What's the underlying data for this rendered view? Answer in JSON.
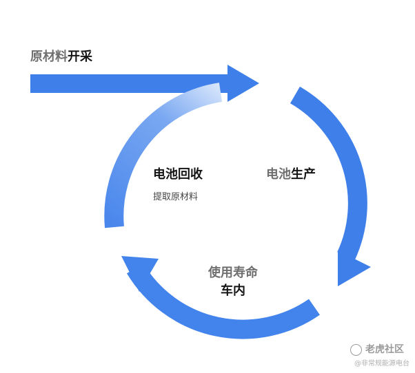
{
  "labels": {
    "mining": {
      "part1": "原材料",
      "part2": "开采"
    },
    "production": {
      "part1": "电池",
      "part2": "生产"
    },
    "usage": {
      "part1": "使用寿命",
      "part2": "车内"
    },
    "recycling": {
      "part1": "电池",
      "part2": "回收",
      "sub": "提取原材料"
    }
  },
  "watermark": {
    "brand": "老虎社区",
    "handle": "@非常规能源电台"
  },
  "colors": {
    "arrow": "#3f7fea",
    "arrow_light": "#c9dcfa",
    "text_dark": "#141414",
    "text_gray": "#6f6f6f"
  }
}
